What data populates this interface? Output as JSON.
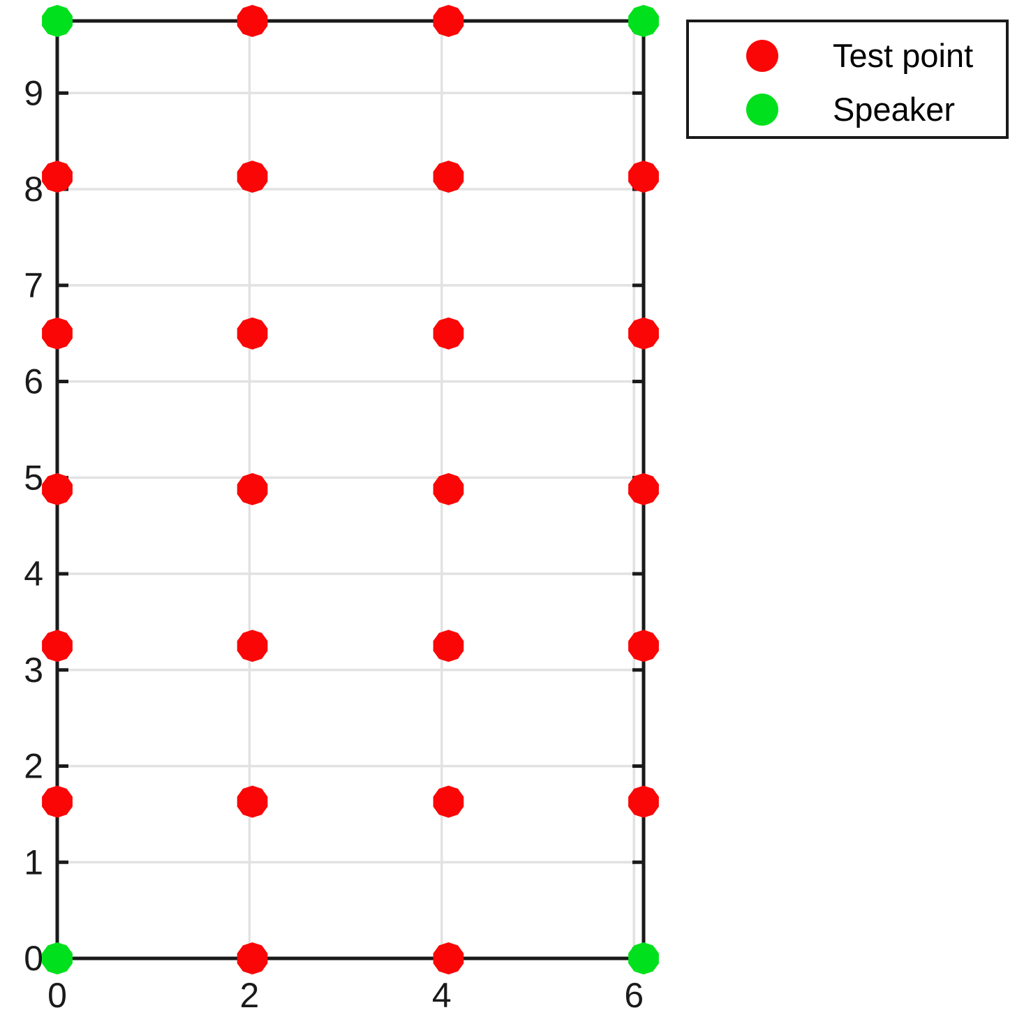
{
  "chart_data": {
    "type": "scatter",
    "title": "",
    "xlabel": "",
    "ylabel": "",
    "xlim": [
      0,
      6.1
    ],
    "ylim": [
      0,
      9.75
    ],
    "x_ticks": [
      0,
      2,
      4,
      6
    ],
    "x_tick_labels": [
      "0",
      "2",
      "4",
      "6"
    ],
    "y_ticks": [
      0,
      1,
      2,
      3,
      4,
      5,
      6,
      7,
      8,
      9
    ],
    "y_tick_labels": [
      "0",
      "1",
      "2",
      "3",
      "4",
      "5",
      "6",
      "7",
      "8",
      "9"
    ],
    "grid": true,
    "legend_position": "outside-upper-right",
    "colors": {
      "test_point": "#fa0606",
      "speaker": "#00e01c",
      "grid": "#e2e2e2",
      "axis": "#1a1a1a",
      "tick_label": "#1a1a1a"
    },
    "series": [
      {
        "name": "Test point",
        "marker": "filled-circle",
        "color": "#fa0606",
        "points": [
          [
            2.03,
            0
          ],
          [
            4.07,
            0
          ],
          [
            0,
            1.63
          ],
          [
            2.03,
            1.63
          ],
          [
            4.07,
            1.63
          ],
          [
            6.1,
            1.63
          ],
          [
            0,
            3.25
          ],
          [
            2.03,
            3.25
          ],
          [
            4.07,
            3.25
          ],
          [
            6.1,
            3.25
          ],
          [
            0,
            4.88
          ],
          [
            2.03,
            4.88
          ],
          [
            4.07,
            4.88
          ],
          [
            6.1,
            4.88
          ],
          [
            0,
            6.5
          ],
          [
            2.03,
            6.5
          ],
          [
            4.07,
            6.5
          ],
          [
            6.1,
            6.5
          ],
          [
            0,
            8.13
          ],
          [
            2.03,
            8.13
          ],
          [
            4.07,
            8.13
          ],
          [
            6.1,
            8.13
          ],
          [
            2.03,
            9.75
          ],
          [
            4.07,
            9.75
          ]
        ]
      },
      {
        "name": "Speaker",
        "marker": "filled-circle",
        "color": "#00e01c",
        "points": [
          [
            0,
            0
          ],
          [
            6.1,
            0
          ],
          [
            0,
            9.75
          ],
          [
            6.1,
            9.75
          ]
        ]
      }
    ]
  },
  "legend": {
    "items": [
      {
        "label": "Test point"
      },
      {
        "label": "Speaker"
      }
    ]
  }
}
